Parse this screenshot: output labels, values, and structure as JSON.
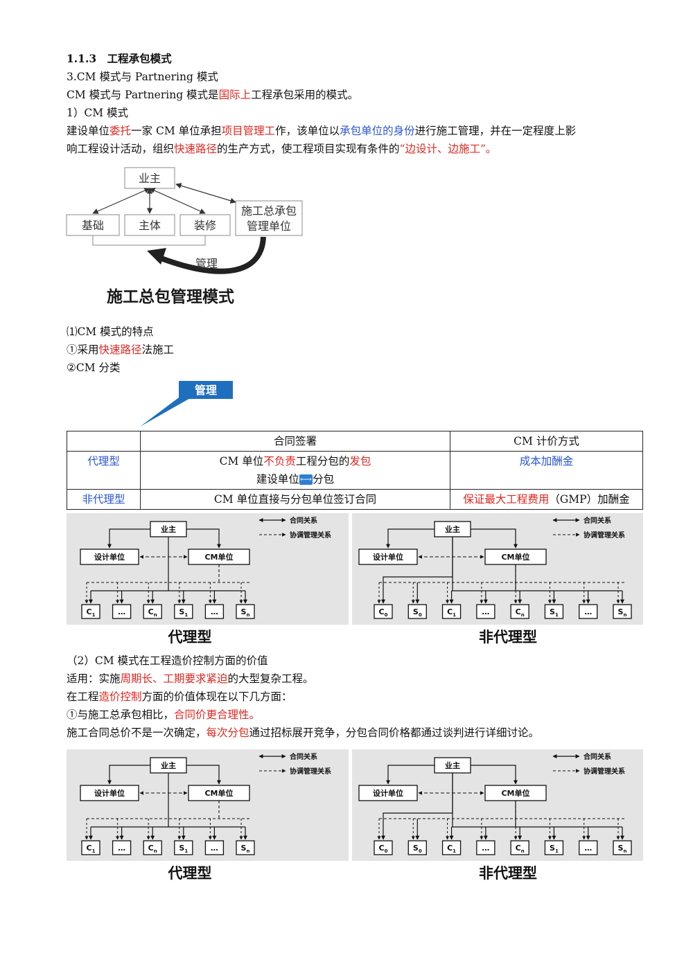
{
  "heading": "1.1.3　工程承包模式",
  "line_section": "3.CM 模式与 Partnering 模式",
  "line_intro": {
    "a": "CM 模式与 Partnering 模式是",
    "b": "国际上",
    "c": "工程承包采用的模式。"
  },
  "line_cm_title": "1）CM 模式",
  "line_desc1": {
    "a": "建设单位",
    "b": "委托",
    "c": "一家 CM 单位承担",
    "d": "项目管理工",
    "e": "作，该单位以",
    "f": "承包单位的身份",
    "g": "进行施工管理，并在一定程度上影"
  },
  "line_desc2": {
    "a": "响工程设计活动，组织",
    "b": "快速路径",
    "c": "的生产方式，使工程项目实现有条件的",
    "d": "“边设计、边施工”。"
  },
  "diagram1": {
    "owner": "业主",
    "box_foundation": "基础",
    "box_main": "主体",
    "box_decoration": "装修",
    "gc_line1": "施工总承包",
    "gc_line2": "管理单位",
    "manage_label": "管理",
    "title": "施工总包管理模式"
  },
  "line_feature_title": "⑴CM 模式的特点",
  "line_feature1": {
    "a": "①采用",
    "b": "快速路径",
    "c": "法施工"
  },
  "line_feature2": "②CM 分类",
  "callout_label": "管理",
  "table": {
    "header": [
      "",
      "合同签署",
      "CM 计价方式"
    ],
    "row1": {
      "type": "代理型",
      "sign_a": "CM 单位",
      "sign_b": "不负责",
      "sign_c": "工程分包的",
      "sign_d": "发包",
      "sign_e": "建设单位",
      "sign_f": "分包",
      "price": "成本加酬金"
    },
    "row2": {
      "type": "非代理型",
      "sign": "CM 单位直接与分包单位签订合同",
      "price_a": "保证最大工程费用",
      "price_b": "（GMP）加酬金"
    }
  },
  "org": {
    "owner": "业主",
    "design": "设计单位",
    "cm": "CM单位",
    "legend_contract": "合同关系",
    "legend_coord": "协调管理关系",
    "agent_subs": [
      "C1",
      "…",
      "Cn",
      "S1",
      "…",
      "Sn"
    ],
    "nonagent_subs": [
      "C0",
      "S0",
      "C1",
      "…",
      "Cn",
      "S1",
      "…",
      "Sn"
    ],
    "caption_agent": "代理型",
    "caption_nonagent": "非代理型"
  },
  "line_value_title": "（2）CM 模式在工程造价控制方面的价值",
  "line_apply": {
    "a": "适用：实施",
    "b": "周期长、工期要求紧迫",
    "c": "的大型复杂工程。"
  },
  "line_value_intro": {
    "a": "在工程",
    "b": "造价控制",
    "c": "方面的价值体现在以下几方面："
  },
  "line_value1": {
    "a": "①与施工总承包相比，",
    "b": "合同价更合理性。"
  },
  "line_value2": {
    "a": "施工合同总价不是一次确定，",
    "b": "每次分包",
    "c": "通过招标展开竞争，分包合同价格都通过谈判进行详细讨论。"
  }
}
